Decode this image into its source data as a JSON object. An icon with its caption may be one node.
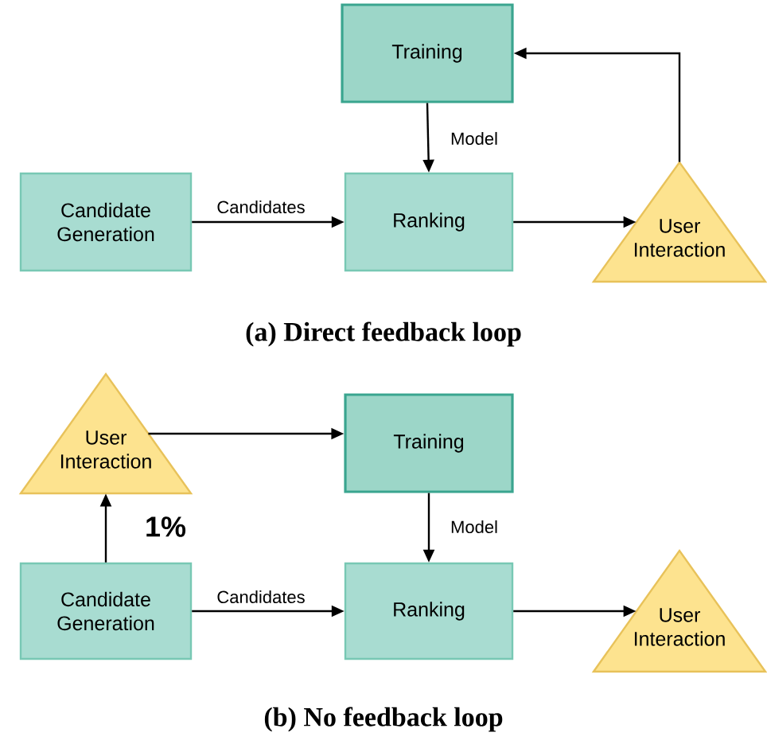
{
  "diagram": {
    "nodes": [
      {
        "text": [
          "Training"
        ]
      },
      {
        "text": [
          "Candidate Generation"
        ]
      },
      {
        "text": [
          "Ranking"
        ]
      },
      {
        "text": [
          "User Interaction"
        ]
      },
      {
        "text": [
          "User Interaction"
        ]
      },
      {
        "text": [
          "Training"
        ]
      },
      {
        "text": [
          "Candidate Generation"
        ]
      },
      {
        "text": [
          "Ranking"
        ]
      },
      {
        "text": [
          "User Interaction"
        ]
      }
    ],
    "edges": [
      {
        "from": 0,
        "to": 2,
        "arrow": "to",
        "label": "Model"
      },
      {
        "from": 1,
        "to": 2,
        "arrow": "to",
        "label": "Candidates"
      },
      {
        "from": 2,
        "to": 3,
        "arrow": "to"
      },
      {
        "from": 3,
        "to": 0,
        "arrow": "to"
      },
      {
        "from": 4,
        "to": 5,
        "arrow": "to"
      },
      {
        "from": 6,
        "to": 4,
        "arrow": "to",
        "label": "1%"
      },
      {
        "from": 5,
        "to": 7,
        "arrow": "to",
        "label": "Model"
      },
      {
        "from": 6,
        "to": 7,
        "arrow": "to",
        "label": "Candidates"
      },
      {
        "from": 7,
        "to": 8,
        "arrow": "to"
      }
    ],
    "labels": [
      "(a) Direct feedback loop",
      "(b) No feedback loop"
    ]
  }
}
